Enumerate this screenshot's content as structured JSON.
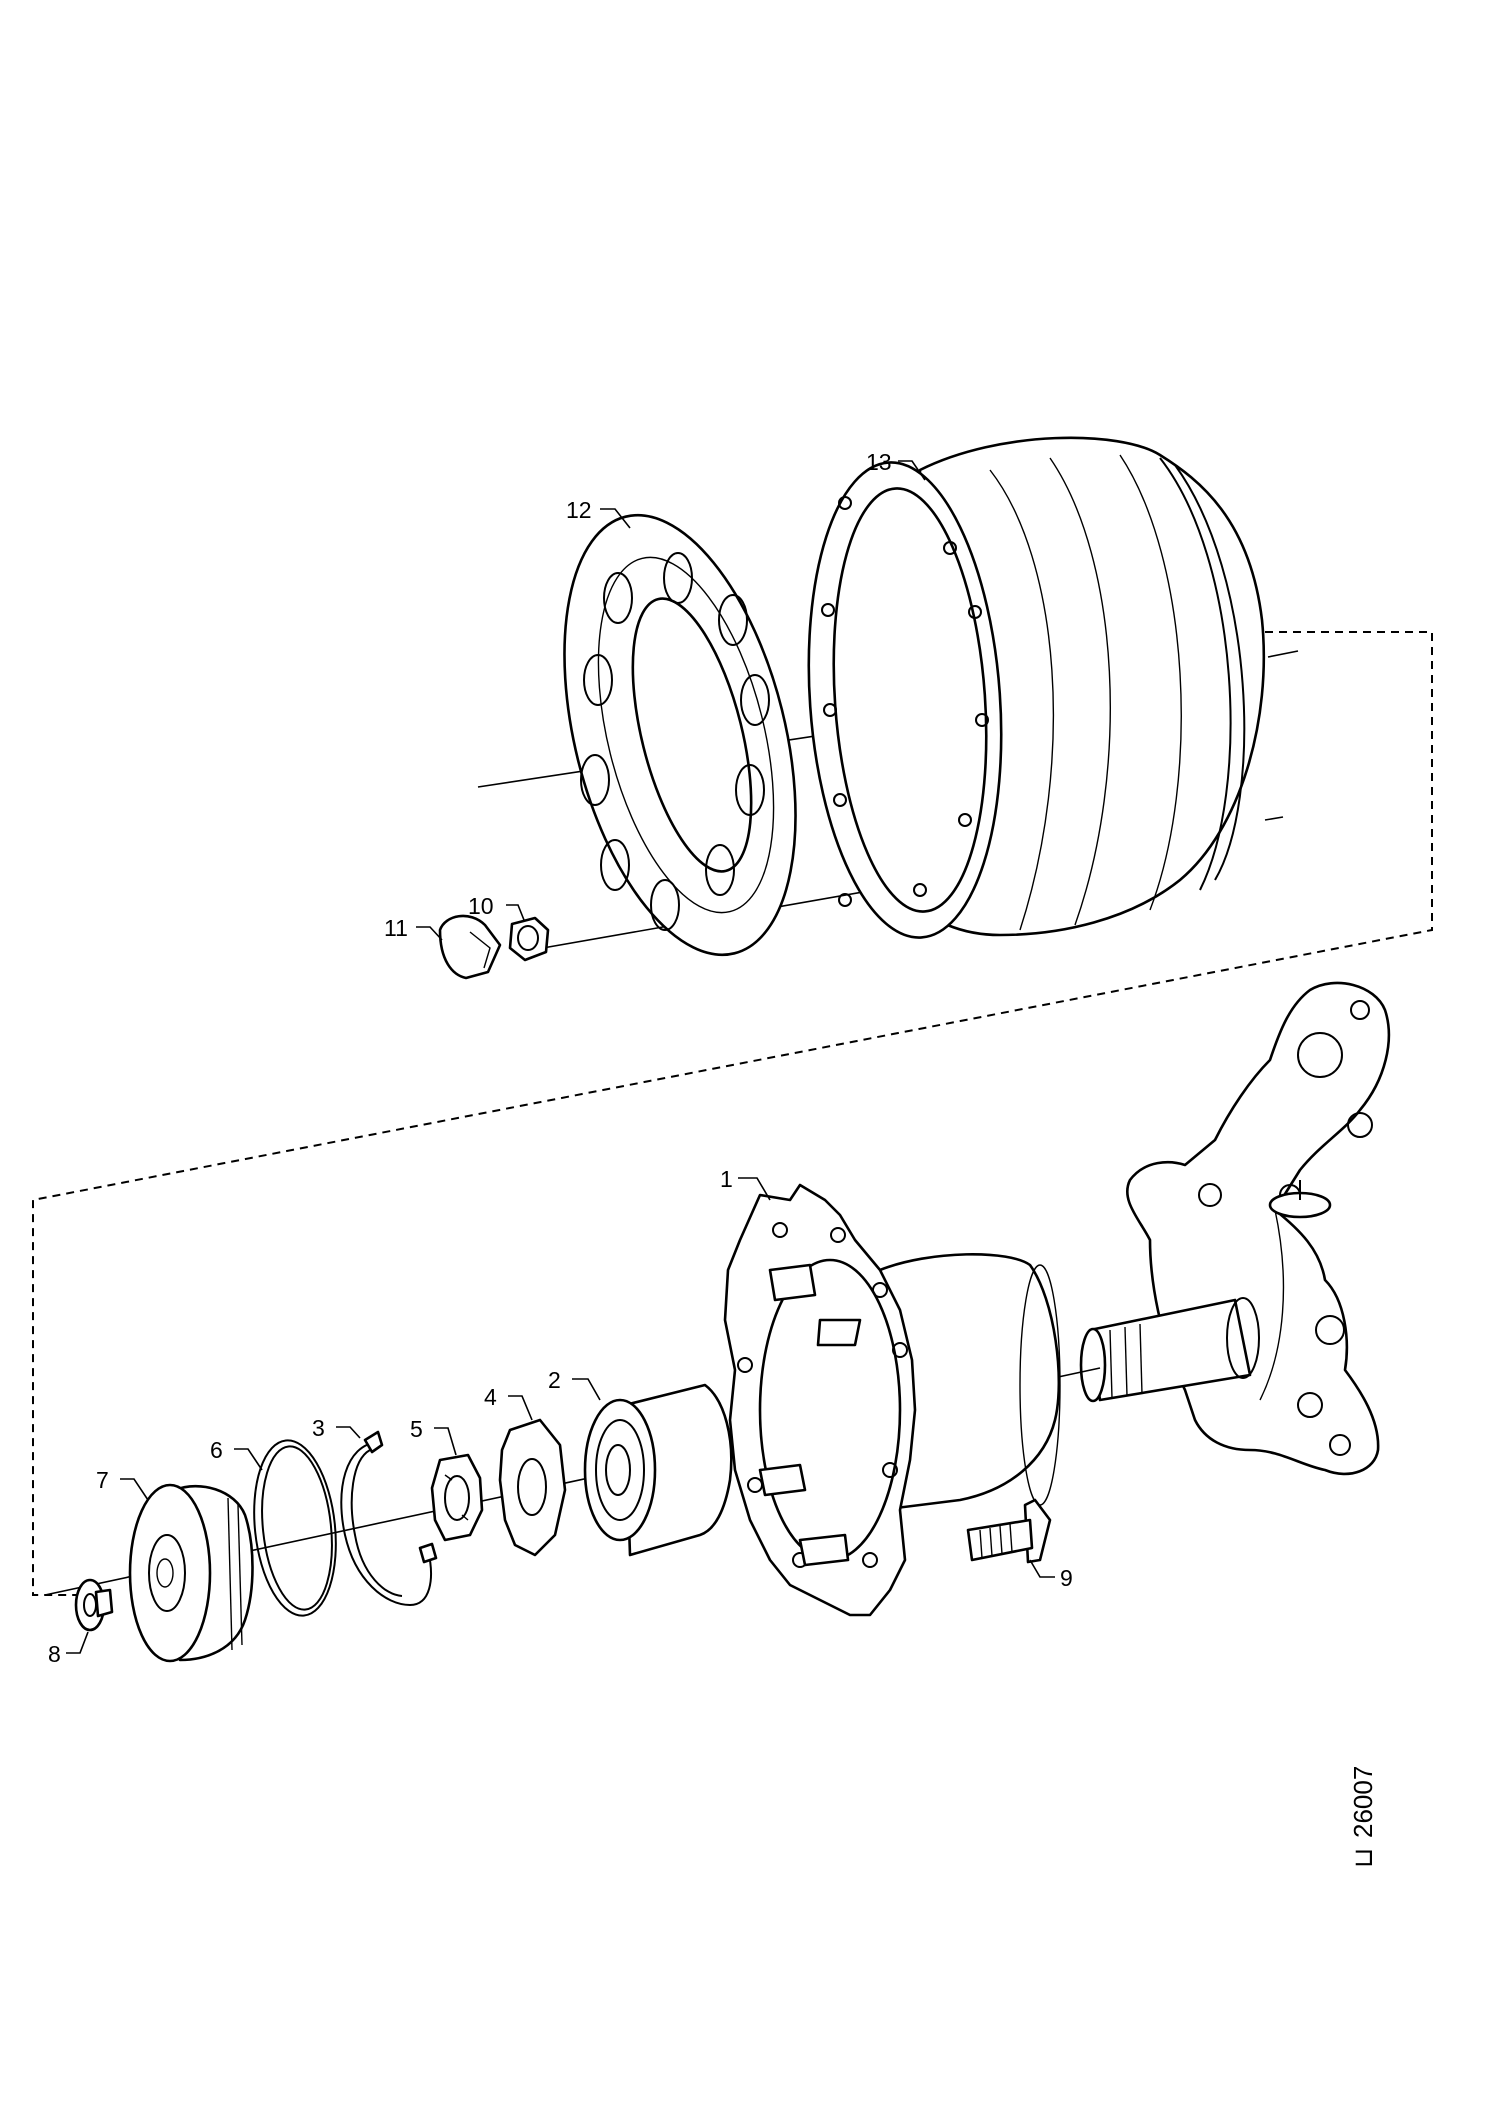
{
  "callouts": {
    "c1": "1",
    "c2": "2",
    "c3": "3",
    "c4": "4",
    "c5": "5",
    "c6": "6",
    "c7": "7",
    "c8": "8",
    "c9": "9",
    "c10": "10",
    "c11": "11",
    "c12": "12",
    "c13": "13"
  },
  "figure_ref": "26007",
  "figure_mark": "⊔"
}
